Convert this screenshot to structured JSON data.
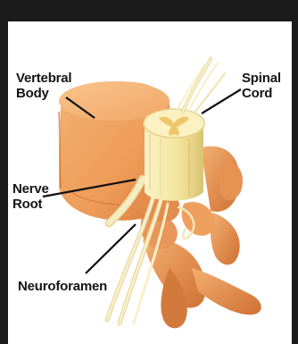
{
  "labels": {
    "vertebral_body": "Vertebral\nBody",
    "spinal_cord": "Spinal\nCord",
    "nerve_root": "Nerve\nRoot",
    "neuroforamen": "Neuroforamen"
  },
  "colors": {
    "frame": "#1b1b1b",
    "background": "#ffffff",
    "bone": "#f0a060",
    "bone_dark": "#c8692f",
    "bone_light": "#f7c487",
    "cord": "#f6e9a8",
    "nerve": "#f3e7b8",
    "leader_line": "#111111"
  }
}
